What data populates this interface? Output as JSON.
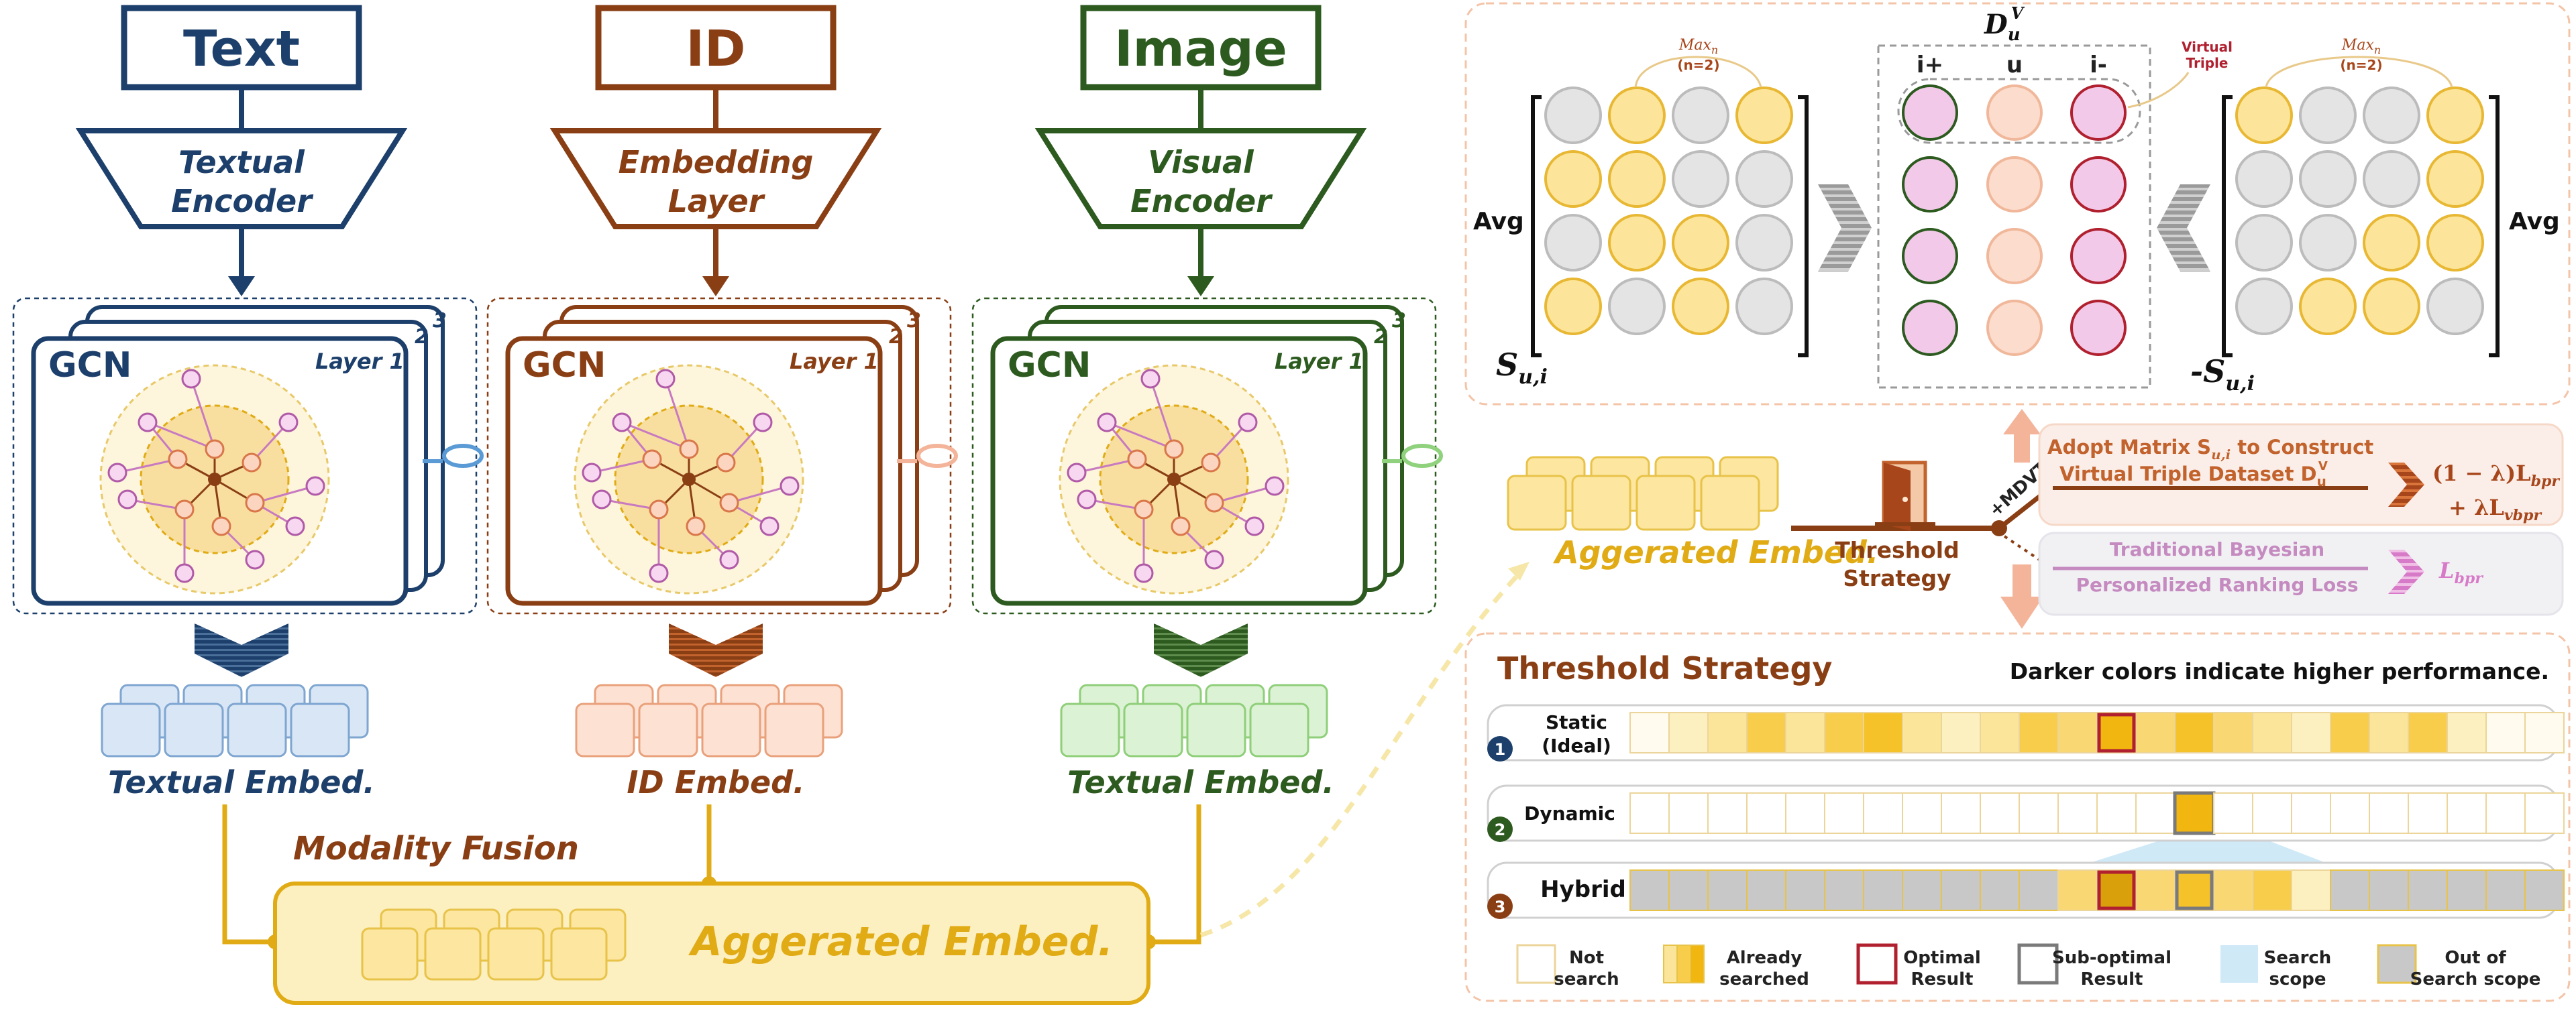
{
  "pipeline": {
    "text": {
      "title": "Text",
      "encoder_line1": "Textual",
      "encoder_line2": "Encoder",
      "embed_label": "Textual Embed.",
      "color": "#1c3f6b"
    },
    "id": {
      "title": "ID",
      "encoder_line1": "Embedding",
      "encoder_line2": "Layer",
      "embed_label": "ID Embed.",
      "color": "#8a3e14"
    },
    "image": {
      "title": "Image",
      "encoder_line1": "Visual",
      "encoder_line2": "Encoder",
      "embed_label": "Textual Embed.",
      "color": "#2c5a1f"
    },
    "gcn_label": "GCN",
    "layer_label": "Layer 1",
    "layer_2": "2",
    "layer_3": "3"
  },
  "fusion": {
    "title": "Modality Fusion",
    "aggregated_label": "Aggerated Embed."
  },
  "middle": {
    "aggregated_label": "Aggerated Embed.",
    "threshold_line1": "Threshold",
    "threshold_line2": "Strategy",
    "mdvt_label": "+MDVT",
    "adopt_line1": "Adopt Matrix S",
    "adopt_sub": "u,i",
    "adopt_line1_tail": " to Construct",
    "adopt_line2": "Virtual Triple Dataset D",
    "adopt_line2_sup": "V",
    "adopt_line2_sub": "u",
    "loss_combined_1": "(1 − λ)L",
    "loss_combined_1_sub": "bpr",
    "loss_combined_2": "+ λL",
    "loss_combined_2_sub": "vbpr",
    "traditional_line1": "Traditional Bayesian",
    "traditional_line2": "Personalized Ranking Loss",
    "loss_bpr": "L",
    "loss_bpr_sub": "bpr"
  },
  "matrix_panel": {
    "avg_left": "Avg",
    "avg_right": "Avg",
    "s_left": "S",
    "s_left_sub": "u,i",
    "s_right": "-S",
    "s_right_sub": "u,i",
    "max_label": "Max",
    "max_sub": "n",
    "max_n": "(n=2)",
    "du_label": "D",
    "du_sup": "V",
    "du_sub": "u",
    "col_i_plus": "i+",
    "col_u": "u",
    "col_i_minus": "i-",
    "virtual_triple_1": "Virtual",
    "virtual_triple_2": "Triple",
    "left_grid": [
      [
        "g",
        "y",
        "g",
        "y"
      ],
      [
        "y",
        "y",
        "g",
        "g"
      ],
      [
        "g",
        "y",
        "y",
        "g"
      ],
      [
        "y",
        "g",
        "y",
        "g"
      ]
    ],
    "right_grid": [
      [
        "y",
        "g",
        "g",
        "y"
      ],
      [
        "g",
        "g",
        "g",
        "y"
      ],
      [
        "g",
        "g",
        "y",
        "y"
      ],
      [
        "g",
        "y",
        "y",
        "g"
      ]
    ]
  },
  "threshold_panel": {
    "title": "Threshold Strategy",
    "note": "Darker colors indicate higher performance.",
    "rows": [
      {
        "num": "1",
        "label_1": "Static",
        "label_2": "(Ideal)"
      },
      {
        "num": "2",
        "label_1": "Dynamic",
        "label_2": ""
      },
      {
        "num": "3",
        "label_1": "Hybrid",
        "label_2": ""
      }
    ],
    "legend": [
      {
        "line1": "Not",
        "line2": "search"
      },
      {
        "line1": "Already",
        "line2": "searched"
      },
      {
        "line1": "Optimal",
        "line2": "Result"
      },
      {
        "line1": "Sub-optimal",
        "line2": "Result"
      },
      {
        "line1": "Search",
        "line2": "scope"
      },
      {
        "line1": "Out of",
        "line2": "Search scope"
      }
    ]
  },
  "colors": {
    "text_blue": "#1c3f6b",
    "id_brown": "#8a3e14",
    "image_green": "#2c5a1f",
    "gold": "#e0ab14",
    "peach": "#f4b49a",
    "red_optimal": "#b0202e",
    "gray_sub": "#7a7a7a"
  }
}
